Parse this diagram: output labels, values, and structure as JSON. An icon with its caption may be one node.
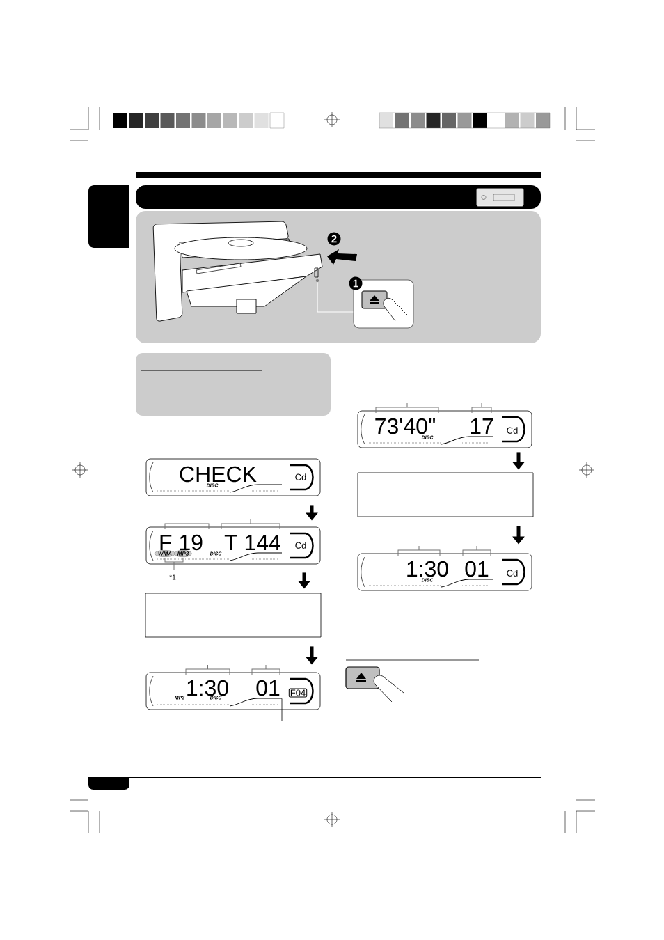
{
  "diagram": {
    "nodes": [
      {
        "text": [
          "CHECK",
          "DISC",
          "Cd"
        ]
      },
      {
        "text": [
          "F 19",
          "T 144",
          "WMA",
          "MP3",
          "DISC",
          "Cd"
        ],
        "beside": [
          "*1"
        ]
      },
      {
        "text": [],
        "shape": "box"
      },
      {
        "text": [
          "1:30",
          "01",
          "MP3",
          "DISC",
          "F04"
        ]
      },
      {
        "text": [
          "73'40\"",
          "17",
          "DISC",
          "Cd"
        ]
      },
      {
        "text": [],
        "shape": "box"
      },
      {
        "text": [
          "1:30",
          "01",
          "DISC",
          "Cd"
        ]
      }
    ],
    "edges": [
      {
        "from": 0,
        "to": 1,
        "arrow": "to"
      },
      {
        "from": 1,
        "to": 2,
        "arrow": "to"
      },
      {
        "from": 2,
        "to": 3,
        "arrow": "to"
      },
      {
        "from": 4,
        "to": 5,
        "arrow": "to"
      },
      {
        "from": 5,
        "to": 6,
        "arrow": "to"
      },
      {
        "from": 3,
        "to": null,
        "arrow": "none"
      }
    ],
    "labels": [
      "2",
      "1"
    ]
  }
}
